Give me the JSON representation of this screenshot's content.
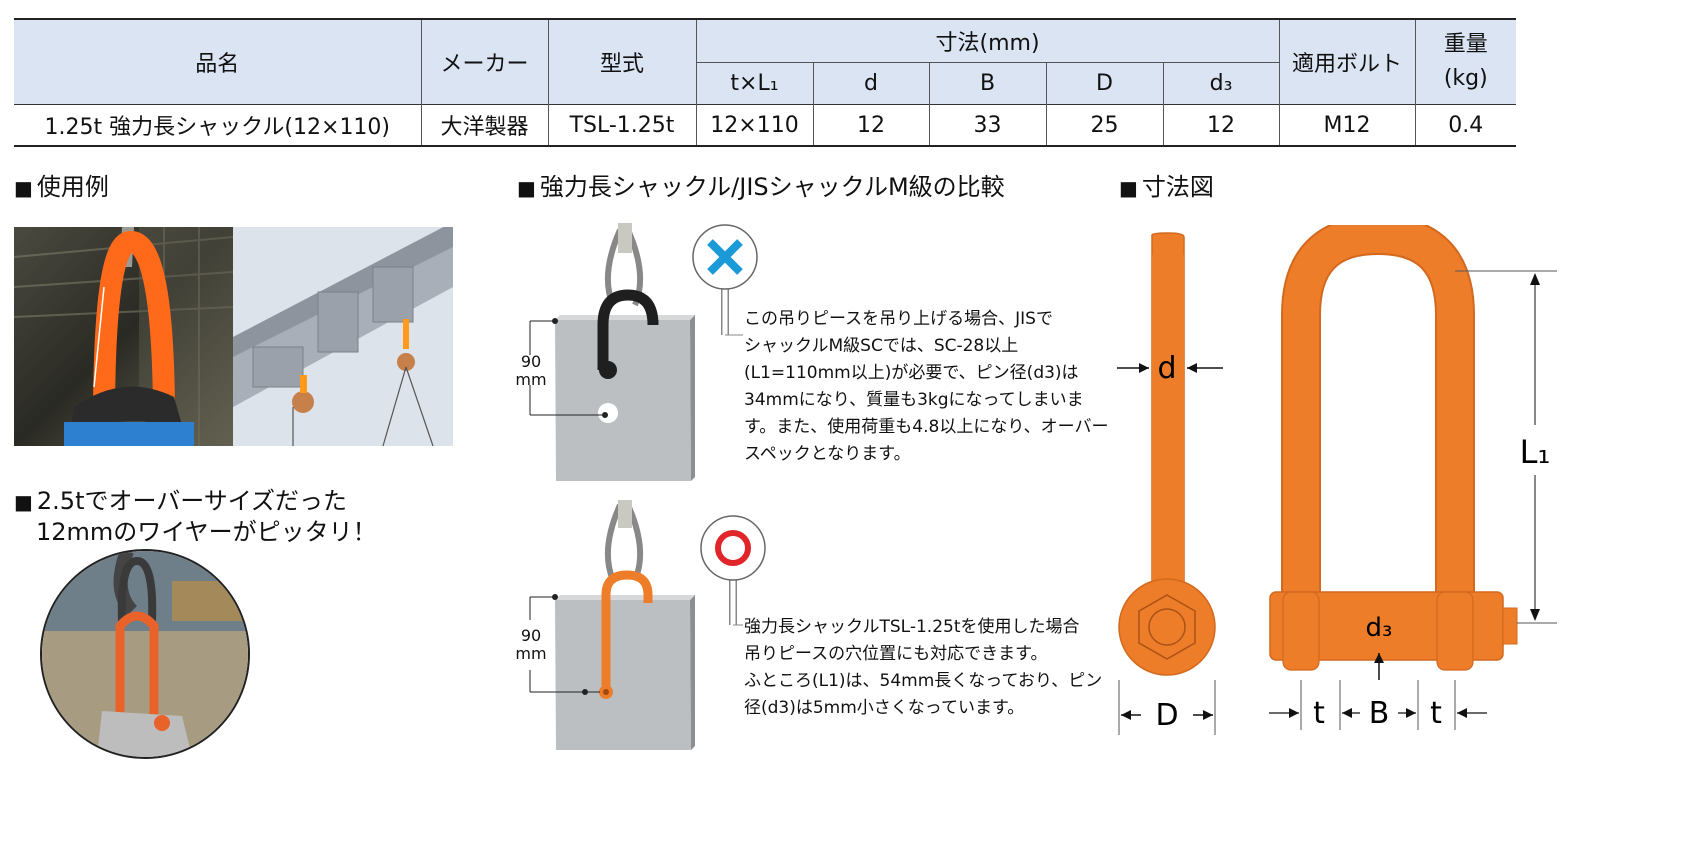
{
  "table": {
    "headers": {
      "name": "品名",
      "maker": "メーカー",
      "model": "型式",
      "dims": "寸法(mm)",
      "bolt": "適用ボルト",
      "weight": "重量\n(kg)",
      "sub": [
        "t×L₁",
        "d",
        "B",
        "D",
        "d₃"
      ]
    },
    "row": [
      "1.25t 強力長シャックル(12×110)",
      "大洋製器",
      "TSL-1.25t",
      "12×110",
      "12",
      "33",
      "25",
      "12",
      "M12",
      "0.4"
    ]
  },
  "sections": {
    "usage": "使用例",
    "wire_1": "2.5tでオーバーサイズだった",
    "wire_2": "12mmのワイヤーがピッタリ！",
    "compare": "強力長シャックル/JISシャックルM級の比較",
    "dimension": "寸法図"
  },
  "compare": {
    "mark_no": "×",
    "mark_ok": "○",
    "measure_value": "90",
    "measure_unit": "mm",
    "text_no": [
      "この吊りピースを吊り上げる場合、JISで",
      "シャックルM級SCでは、SC-28以上",
      "(L1=110mm以上)が必要で、ピン径(d3)は",
      "34mmになり、質量も3kgになってしまいま",
      "す。また、使用荷重も4.8以上になり、オーバー",
      "スペックとなります。"
    ],
    "text_ok": [
      "強力長シャックルTSL-1.25tを使用した場合",
      "吊りピースの穴位置にも対応できます。",
      "ふところ(L1)は、54mm長くなっており、ピン",
      "径(d3)は5mm小さくなっています。"
    ]
  },
  "diagram": {
    "d": "d",
    "D": "D",
    "L1": "L₁",
    "d3": "d₃",
    "t": "t",
    "B": "B"
  },
  "colors": {
    "header_bg": "#dbe4f3",
    "shackle_orange": "#ee7d2a",
    "shackle_outline": "#d2691e",
    "block_gray": "#b9bcbe",
    "mark_blue": "#1a9bd8",
    "mark_red": "#e0262b"
  }
}
